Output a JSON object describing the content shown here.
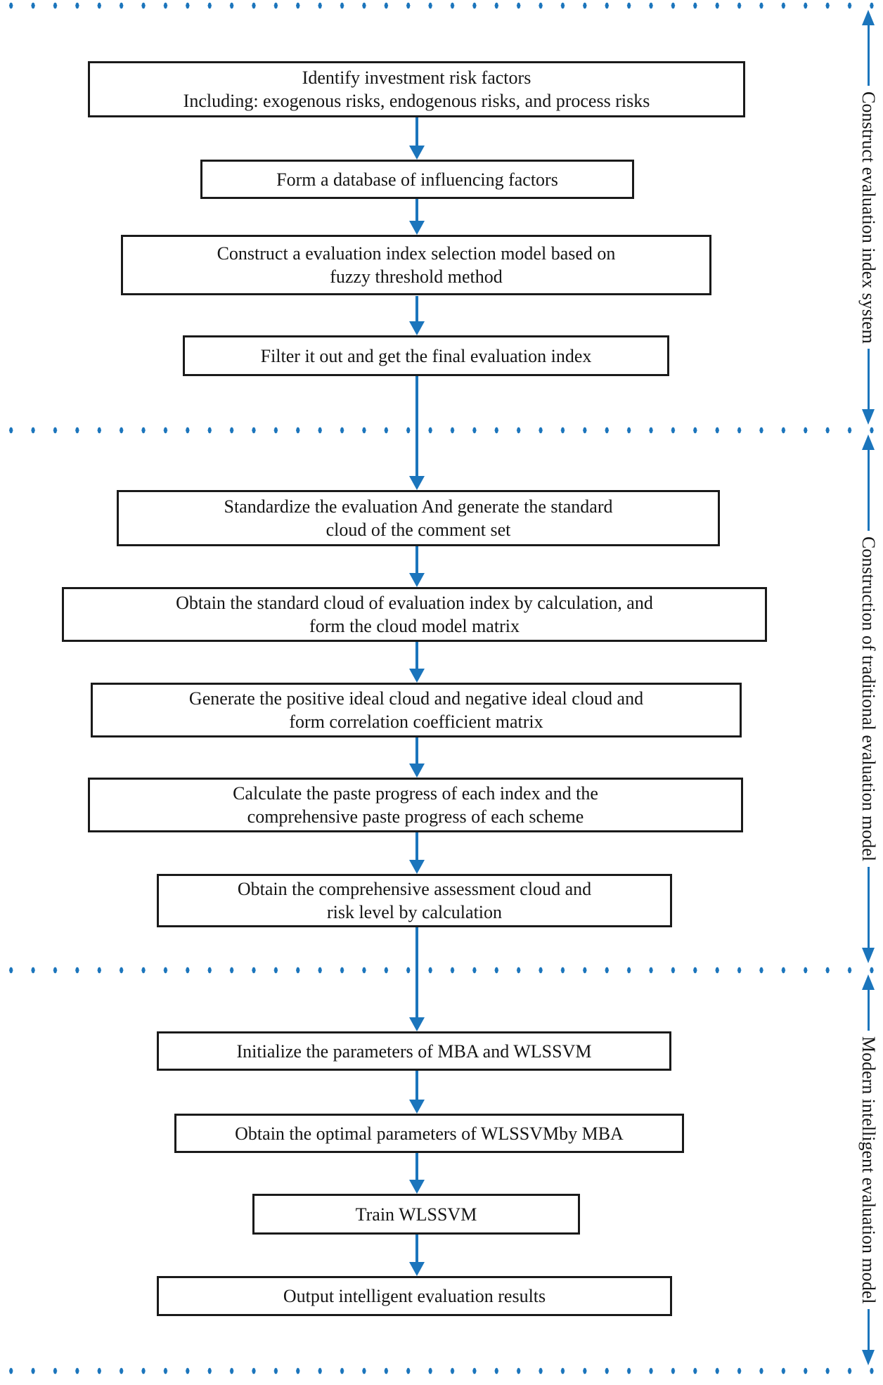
{
  "steps": [
    "Identify investment risk factors\nIncluding: exogenous risks, endogenous risks, and process risks",
    "Form a database of influencing factors",
    "Construct a evaluation index selection model based on\nfuzzy threshold method",
    "Filter it out and get the final evaluation index",
    "Standardize the evaluation And generate the standard\ncloud of the comment set",
    "Obtain the standard cloud of evaluation index by calculation, and\nform the cloud model matrix",
    "Generate the positive ideal cloud and negative ideal cloud and\nform correlation coefficient matrix",
    "Calculate the paste progress of each index and the\ncomprehensive paste progress of each scheme",
    "Obtain the comprehensive assessment cloud and\nrisk level by calculation",
    "Initialize the parameters of MBA and WLSSVM",
    "Obtain the optimal parameters of WLSSVMby MBA",
    "Train WLSSVM",
    "Output intelligent evaluation results"
  ],
  "sections": [
    {
      "title": "Construct evaluation index system"
    },
    {
      "title": "Construction of traditional evaluation model"
    },
    {
      "title": "Modern intelligent evaluation model"
    }
  ],
  "colors": {
    "arrow_blue": "#1b75bc",
    "box_border": "#1a1a1a"
  }
}
